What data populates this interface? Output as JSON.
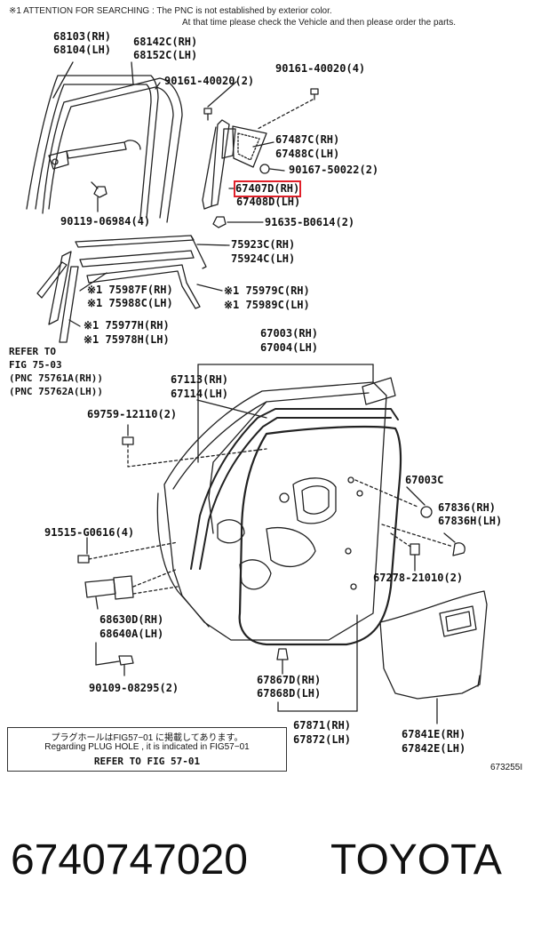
{
  "header": {
    "note_line1": "※1  ATTENTION FOR SEARCHING : The PNC is not established by exterior color.",
    "note_line2": "At that time please check the Vehicle and then please order the parts."
  },
  "labels": {
    "l68103": "68103(RH)",
    "l68104": "68104(LH)",
    "l68142": "68142C(RH)",
    "l68152": "68152C(LH)",
    "l90161a": "90161-40020(4)",
    "l90161b": "90161-40020(2)",
    "l67487": "67487C(RH)",
    "l67488": "67488C(LH)",
    "l90167": "90167-50022(2)",
    "l67407": "67407D(RH)",
    "l67408": "67408D(LH)",
    "l90119": "90119-06984(4)",
    "l91635": "91635-B0614(2)",
    "l75923": "75923C(RH)",
    "l75924": "75924C(LH)",
    "l75987": "※1 75987F(RH)",
    "l75988": "※1 75988C(LH)",
    "l75979": "※1 75979C(RH)",
    "l75989": "※1 75989C(LH)",
    "l75977": "※1 75977H(RH)",
    "l75978": "※1 75978H(LH)",
    "refer1": "REFER TO",
    "refer2": "FIG 75-03",
    "refer3": "(PNC 75761A(RH))",
    "refer4": "(PNC 75762A(LH))",
    "l67003": "67003(RH)",
    "l67004": "67004(LH)",
    "l67113": "67113(RH)",
    "l67114": "67114(LH)",
    "l69759": "69759-12110(2)",
    "l67003c": "67003C",
    "l67836": "67836(RH)",
    "l67836h": "67836H(LH)",
    "l91515": "91515-G0616(4)",
    "l67278": "67278-21010(2)",
    "l68630": "68630D(RH)",
    "l68640": "68640A(LH)",
    "l67867": "67867D(RH)",
    "l67868": "67868D(LH)",
    "l90109": "90109-08295(2)",
    "l67871": "67871(RH)",
    "l67872": "67872(LH)",
    "l67841": "67841E(RH)",
    "l67842": "67842E(LH)"
  },
  "notebox": {
    "line1": "プラグホールはFIG57−01 に掲載してあります。",
    "line2": "Regarding  PLUG HOLE , it is indicated in  FIG57−01",
    "line3": "REFER  TO  FIG  57-01"
  },
  "figure_id": "673255I",
  "footer": {
    "part_number": "6740747020",
    "brand": "TOYOTA"
  },
  "colors": {
    "highlight": "#e0202a",
    "line": "#222222"
  }
}
